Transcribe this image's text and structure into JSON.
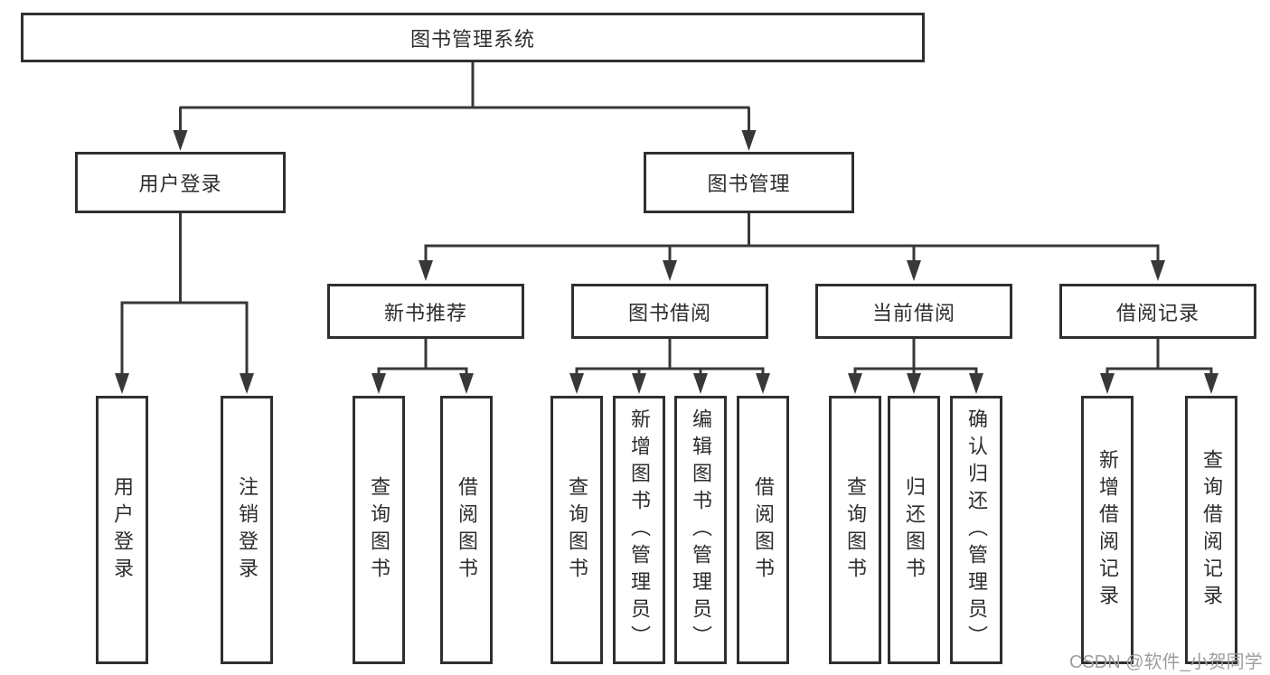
{
  "tree": {
    "label": "图书管理系统",
    "children": [
      {
        "label": "用户登录",
        "children": [
          {
            "label": "用户登录"
          },
          {
            "label": "注销登录"
          }
        ]
      },
      {
        "label": "图书管理",
        "children": [
          {
            "label": "新书推荐",
            "children": [
              {
                "label": "查询图书"
              },
              {
                "label": "借阅图书"
              }
            ]
          },
          {
            "label": "图书借阅",
            "children": [
              {
                "label": "查询图书"
              },
              {
                "label": "新增图书（管理员）"
              },
              {
                "label": "编辑图书（管理员）"
              },
              {
                "label": "借阅图书"
              }
            ]
          },
          {
            "label": "当前借阅",
            "children": [
              {
                "label": "查询图书"
              },
              {
                "label": "归还图书"
              },
              {
                "label": "确认归还（管理员）"
              }
            ]
          },
          {
            "label": "借阅记录",
            "children": [
              {
                "label": "新增借阅记录"
              },
              {
                "label": "查询借阅记录"
              }
            ]
          }
        ]
      }
    ]
  },
  "watermark": {
    "text": "CSDN @软件_小贺同学"
  },
  "colors": {
    "line": "#383838",
    "box_border": "#2f2f2f",
    "box_fill": "#ffffff",
    "text": "#2d2d2d",
    "watermark": "#9e9e9e",
    "background": "#ffffff"
  }
}
